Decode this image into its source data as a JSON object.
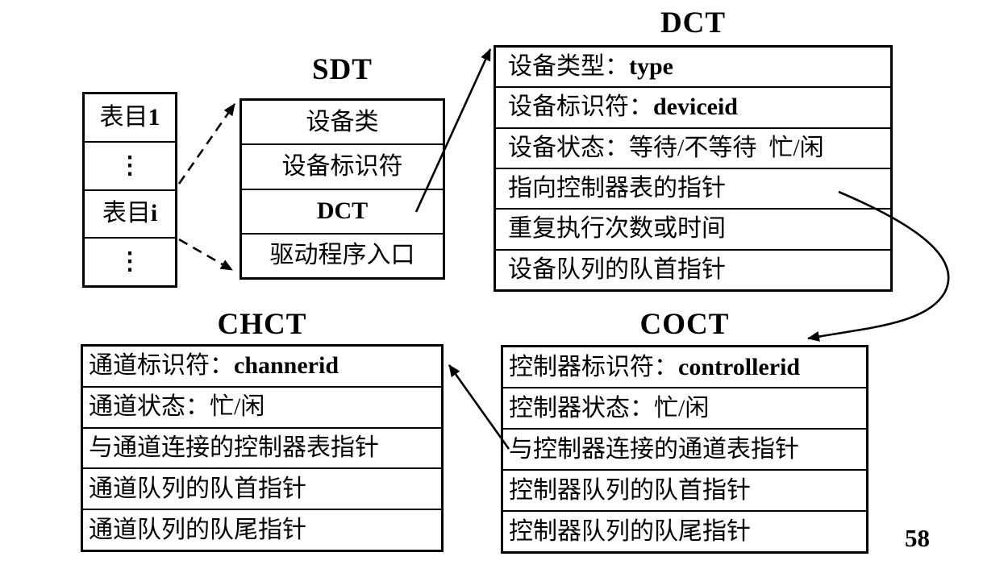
{
  "page": {
    "number": "58",
    "background": "#ffffff",
    "ink": "#000000"
  },
  "entry_table": {
    "rows": [
      {
        "label": "表目",
        "value": "1"
      },
      {
        "label": "⋮"
      },
      {
        "label": "表目",
        "value": "i"
      },
      {
        "label": "⋮"
      }
    ]
  },
  "sdt": {
    "title": "SDT",
    "rows": [
      {
        "label": "设备类"
      },
      {
        "label": "设备标识符"
      },
      {
        "value": "DCT"
      },
      {
        "label": "驱动程序入口"
      }
    ]
  },
  "dct": {
    "title": "DCT",
    "rows": [
      {
        "label": "设备类型：",
        "value": "type"
      },
      {
        "label": "设备标识符：",
        "value": "deviceid"
      },
      {
        "label": "设备状态：等待/不等待  忙/闲"
      },
      {
        "label": "指向控制器表的指针"
      },
      {
        "label": "重复执行次数或时间"
      },
      {
        "label": "设备队列的队首指针"
      }
    ]
  },
  "chct": {
    "title": "CHCT",
    "rows": [
      {
        "label": "通道标识符：",
        "value": "channerid"
      },
      {
        "label": "通道状态：忙/闲"
      },
      {
        "label": "与通道连接的控制器表指针"
      },
      {
        "label": "通道队列的队首指针"
      },
      {
        "label": "通道队列的队尾指针"
      }
    ]
  },
  "coct": {
    "title": "COCT",
    "rows": [
      {
        "label": "控制器标识符：",
        "value": "controllerid"
      },
      {
        "label": "控制器状态：忙/闲"
      },
      {
        "label": "与控制器连接的通道表指针"
      },
      {
        "label": "控制器队列的队首指针"
      },
      {
        "label": "控制器队列的队尾指针"
      }
    ]
  },
  "arrows": [
    {
      "name": "entry-i-to-sdt-top",
      "style": "dashed",
      "from": "表目i",
      "to": "SDT top"
    },
    {
      "name": "entry-i-to-sdt-bottom",
      "style": "dashed",
      "from": "表目i",
      "to": "SDT bottom"
    },
    {
      "name": "sdt-dct-row-to-dct",
      "style": "solid",
      "from": "SDT.DCT",
      "to": "DCT"
    },
    {
      "name": "dct-pointer-to-coct",
      "style": "solid-curved",
      "from": "DCT.指向控制器表的指针",
      "to": "COCT"
    },
    {
      "name": "coct-pointer-to-chct",
      "style": "solid",
      "from": "COCT.与控制器连接的通道表指针",
      "to": "CHCT"
    }
  ]
}
